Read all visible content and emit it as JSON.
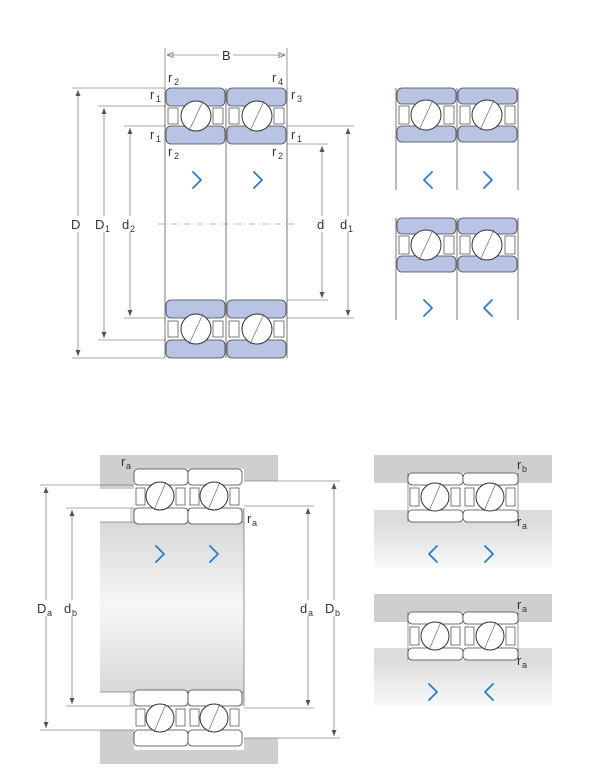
{
  "dimensions": {
    "B": "B",
    "D": "D",
    "D1": "D",
    "D1_sub": "1",
    "d2": "d",
    "d2_sub": "2",
    "d": "d",
    "d1": "d",
    "d1_sub": "1",
    "r": "r",
    "r1_sub": "1",
    "r2_sub": "2",
    "r3_sub": "3",
    "r4_sub": "4"
  },
  "abutment": {
    "Da": "D",
    "Da_sub": "a",
    "db": "d",
    "db_sub": "b",
    "da": "d",
    "da_sub": "a",
    "Db": "D",
    "Db_sub": "b",
    "r": "r",
    "ra_sub": "a",
    "rb_sub": "b"
  },
  "colors": {
    "ring_fill": "#b9c3e4",
    "arrow": "#2a7dc9",
    "shade": "#cfcfcf"
  }
}
